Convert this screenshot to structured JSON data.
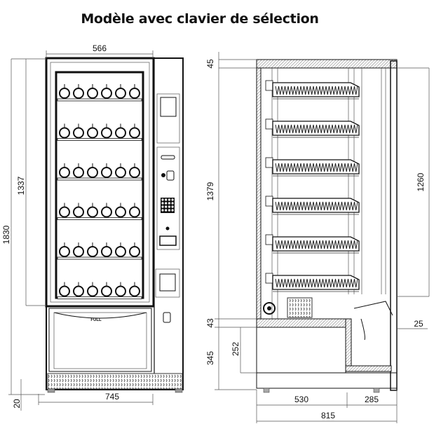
{
  "title": "Modèle avec clavier de sélection",
  "front_view": {
    "logo": "FULL",
    "shelf_rows": 6,
    "spirals_per_row": 6,
    "dimensions": {
      "glass_width": "566",
      "total_height": "1830",
      "door_height": "1337",
      "feet_height": "20",
      "total_width": "745"
    }
  },
  "side_view": {
    "trays": 6,
    "dimensions": {
      "top": "45",
      "cabinet_height": "1379",
      "tray_zone": "1260",
      "floor": "43",
      "base_height": "345",
      "bin_height": "252",
      "door_offset": "25",
      "depth_body": "530",
      "depth_door": "285",
      "total_depth": "815"
    }
  }
}
